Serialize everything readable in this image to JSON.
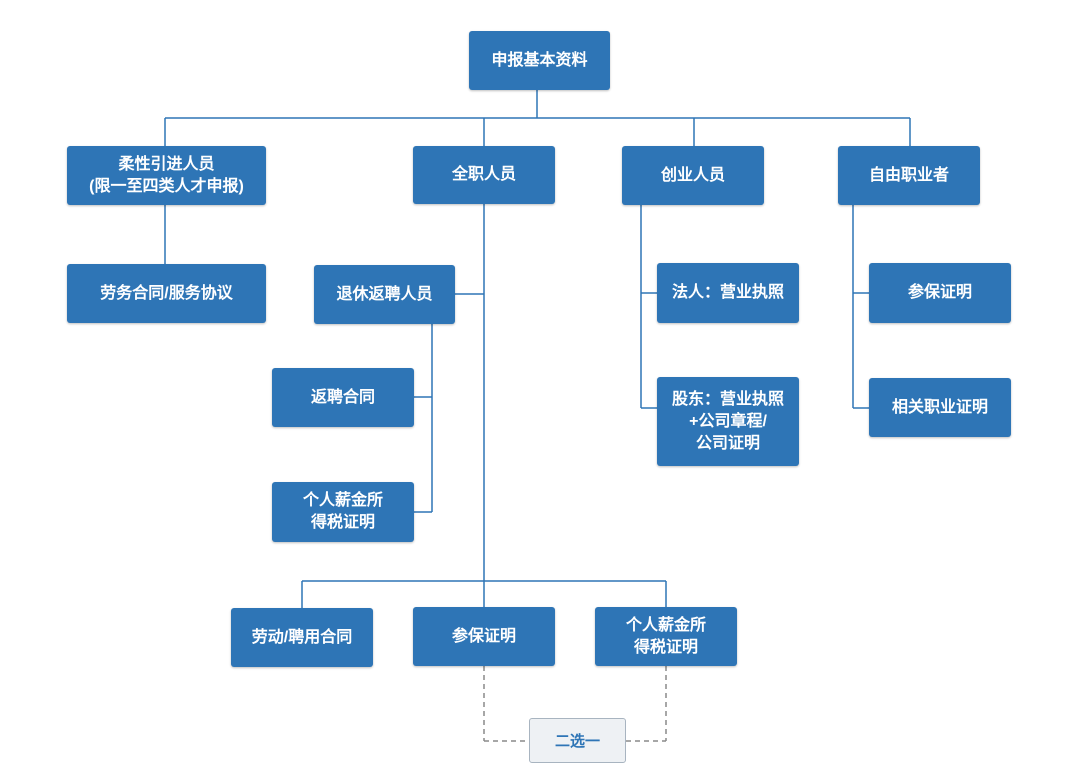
{
  "colors": {
    "node_fill": "#2e75b6",
    "node_text": "#ffffff",
    "connector": "#2e75b6",
    "dashed_connector": "#8a8a8a",
    "tag_fill": "#eef1f4"
  },
  "diagram": {
    "root": "申报基本资料",
    "categories": {
      "flexible": "柔性引进人员\n(限一至四类人才申报)",
      "fulltime": "全职人员",
      "entrepreneur": "创业人员",
      "freelancer": "自由职业者"
    },
    "flexible_docs": {
      "labor_contract": "劳务合同/服务协议"
    },
    "retiree": {
      "title": "退休返聘人员",
      "rehire_contract": "返聘合同",
      "income_tax": "个人薪金所\n得税证明"
    },
    "fulltime_docs": {
      "labor_contract": "劳动/聘用合同",
      "insurance": "参保证明",
      "income_tax": "个人薪金所\n得税证明",
      "choice_tag": "二选一"
    },
    "entrepreneur_docs": {
      "legal_person": "法人：营业执照",
      "shareholder": "股东：营业执照\n+公司章程/\n公司证明"
    },
    "freelancer_docs": {
      "insurance": "参保证明",
      "occupation_cert": "相关职业证明"
    }
  }
}
